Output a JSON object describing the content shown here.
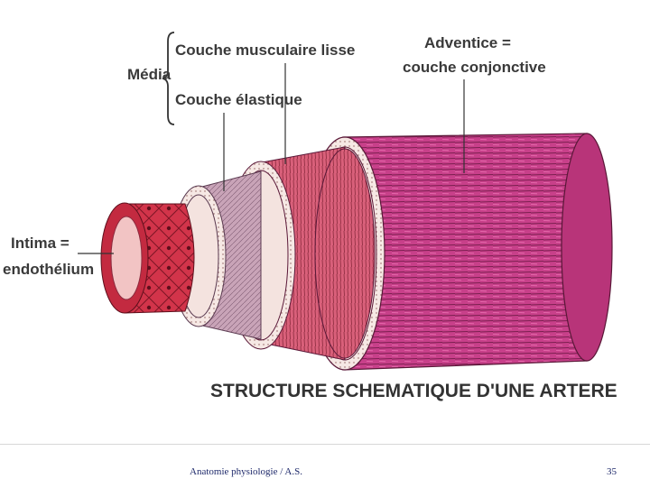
{
  "labels": {
    "media": "Média",
    "couche_musculaire": "Couche musculaire lisse",
    "couche_elastique": "Couche élastique",
    "adventice_line1": "Adventice =",
    "adventice_line2": "couche conjonctive",
    "intima_line1": "Intima =",
    "intima_line2": "endothélium"
  },
  "caption": "STRUCTURE SCHEMATIQUE D'UNE ARTERE",
  "footer": {
    "text": "Anatomie physiologie / A.S.",
    "page_number": "35"
  },
  "colors": {
    "adventice": "#c8408a",
    "adventice_stripe": "#7a1f4f",
    "muscle": "#d9607a",
    "elastic_band": "#f4e3df",
    "elastic_inner": "#c9a4b8",
    "intima": "#d2344a",
    "lumen": "#f2c4c4"
  }
}
